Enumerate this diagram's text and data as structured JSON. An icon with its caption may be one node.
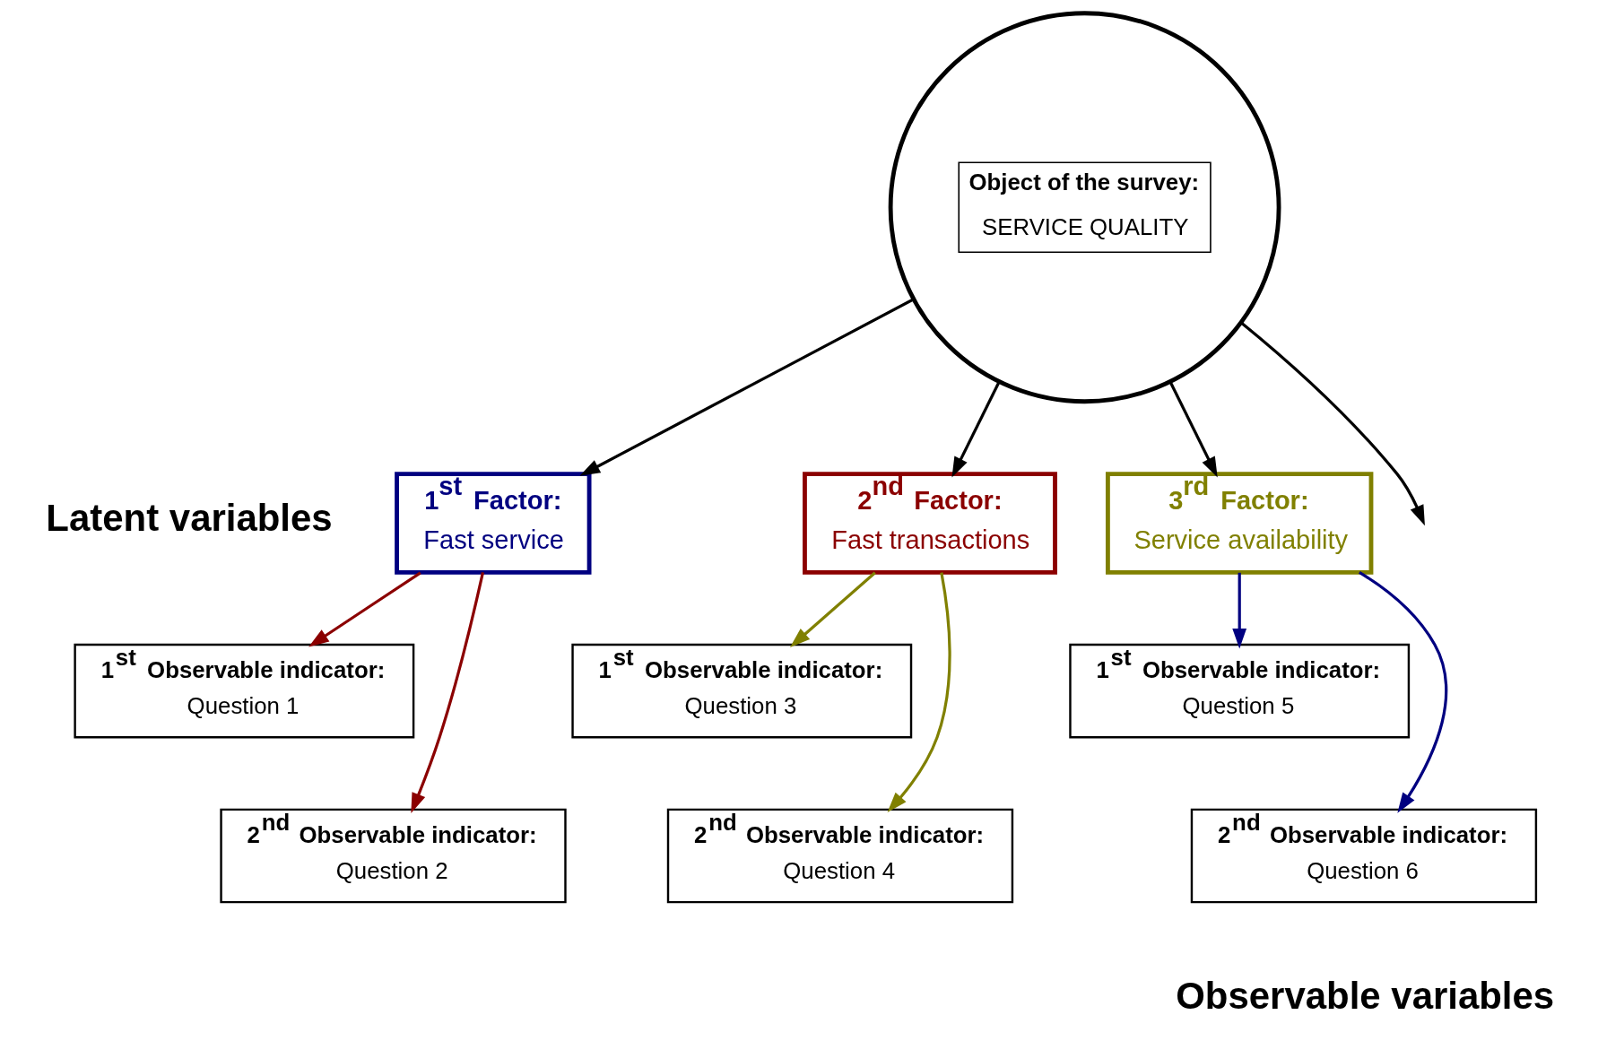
{
  "diagram": {
    "nodes": [
      {
        "text": [
          "Object of the survey:",
          "SERVICE QUALITY"
        ]
      },
      {
        "text": [
          "1$^{st}$ Factor:",
          "Fast service"
        ]
      },
      {
        "text": [
          "2$^{nd}$ Factor:",
          "Fast transactions"
        ]
      },
      {
        "text": [
          "3$^{rd}$ Factor:",
          "Service availability"
        ]
      },
      {
        "text": [
          "1$^{st}$ Observable indicator:",
          "Question 1"
        ]
      },
      {
        "text": [
          "2$^{nd}$ Observable indicator:",
          "Question 2"
        ]
      },
      {
        "text": [
          "1$^{st}$ Observable indicator:",
          "Question 3"
        ]
      },
      {
        "text": [
          "2$^{nd}$ Observable indicator:",
          "Question 4"
        ]
      },
      {
        "text": [
          "1$^{st}$ Observable indicator:",
          "Question 5"
        ]
      },
      {
        "text": [
          "2$^{nd}$ Observable indicator:",
          "Question 6"
        ]
      }
    ],
    "edges": [
      {
        "from": 0,
        "to": 1,
        "arrow": "to"
      },
      {
        "from": 0,
        "to": 2,
        "arrow": "to"
      },
      {
        "from": 0,
        "to": 3,
        "arrow": "to"
      },
      {
        "from": 0,
        "to": null,
        "arrow": "to"
      },
      {
        "from": 1,
        "to": 4,
        "arrow": "to",
        "color": "#8b0000"
      },
      {
        "from": 1,
        "to": 5,
        "arrow": "to",
        "color": "#8b0000"
      },
      {
        "from": 2,
        "to": 6,
        "arrow": "to",
        "color": "#808000"
      },
      {
        "from": 2,
        "to": 7,
        "arrow": "to",
        "color": "#808000"
      },
      {
        "from": 3,
        "to": 8,
        "arrow": "to",
        "color": "#000080"
      },
      {
        "from": 3,
        "to": 9,
        "arrow": "to",
        "color": "#000080"
      }
    ],
    "labels": [
      "Latent variables",
      "Observable variables"
    ]
  }
}
